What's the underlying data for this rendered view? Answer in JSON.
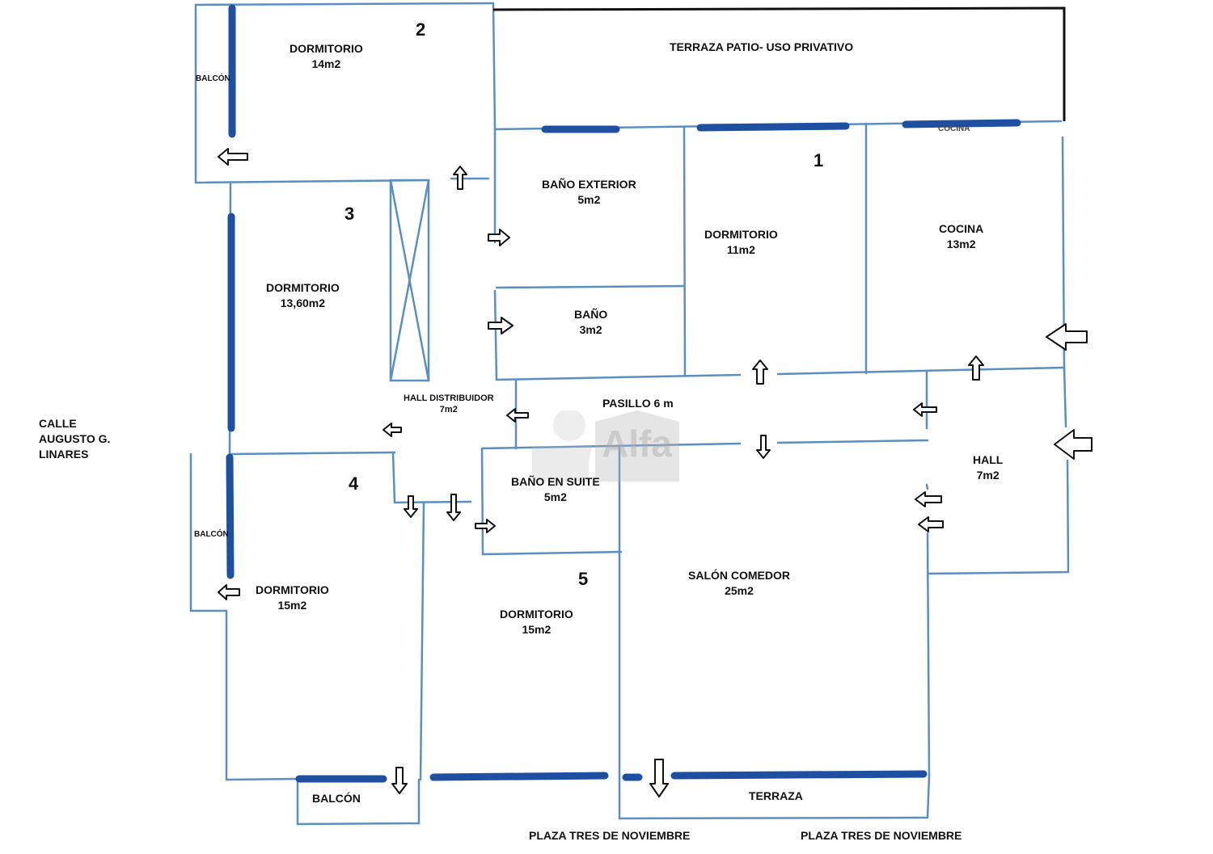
{
  "rooms": {
    "dormitorio_2": {
      "name": "DORMITORIO",
      "area": "14m2",
      "number": "2"
    },
    "balcon_2": {
      "name": "BALCÓN"
    },
    "terraza_patio": {
      "name": "TERRAZA PATIO- USO PRIVATIVO"
    },
    "cocina_top": {
      "name": "COCINA"
    },
    "bano_exterior": {
      "name": "BAÑO EXTERIOR",
      "area": "5m2"
    },
    "dormitorio_1": {
      "name": "DORMITORIO",
      "area": "11m2",
      "number": "1"
    },
    "cocina": {
      "name": "COCINA",
      "area": "13m2"
    },
    "dormitorio_3": {
      "name": "DORMITORIO",
      "area": "13,60m2",
      "number": "3"
    },
    "bano": {
      "name": "BAÑO",
      "area": "3m2"
    },
    "hall_distribuidor": {
      "name": "HALL DISTRIBUIDOR",
      "area": "7m2"
    },
    "pasillo": {
      "name": "PASILLO 6 m"
    },
    "hall": {
      "name": "HALL",
      "area": "7m2"
    },
    "dormitorio_4": {
      "name": "DORMITORIO",
      "area": "15m2",
      "number": "4"
    },
    "balcon_4": {
      "name": "BALCÓN"
    },
    "bano_suite": {
      "name": "BAÑO EN SUITE",
      "area": "5m2"
    },
    "dormitorio_5": {
      "name": "DORMITORIO",
      "area": "15m2",
      "number": "5"
    },
    "salon": {
      "name": "SALÓN COMEDOR",
      "area": "25m2"
    },
    "balcon_bottom": {
      "name": "BALCÓN"
    },
    "terraza": {
      "name": "TERRAZA"
    }
  },
  "streets": {
    "calle": [
      "CALLE",
      "AUGUSTO G.",
      "LINARES"
    ],
    "plaza_left": "PLAZA TRES DE NOVIEMBRE",
    "plaza_right": "PLAZA TRES DE NOVIEMBRE"
  },
  "watermark": {
    "text": "Alfa"
  },
  "colors": {
    "wall": "#5b8fc0",
    "window": "#1e4fa0",
    "ink": "#111111"
  }
}
